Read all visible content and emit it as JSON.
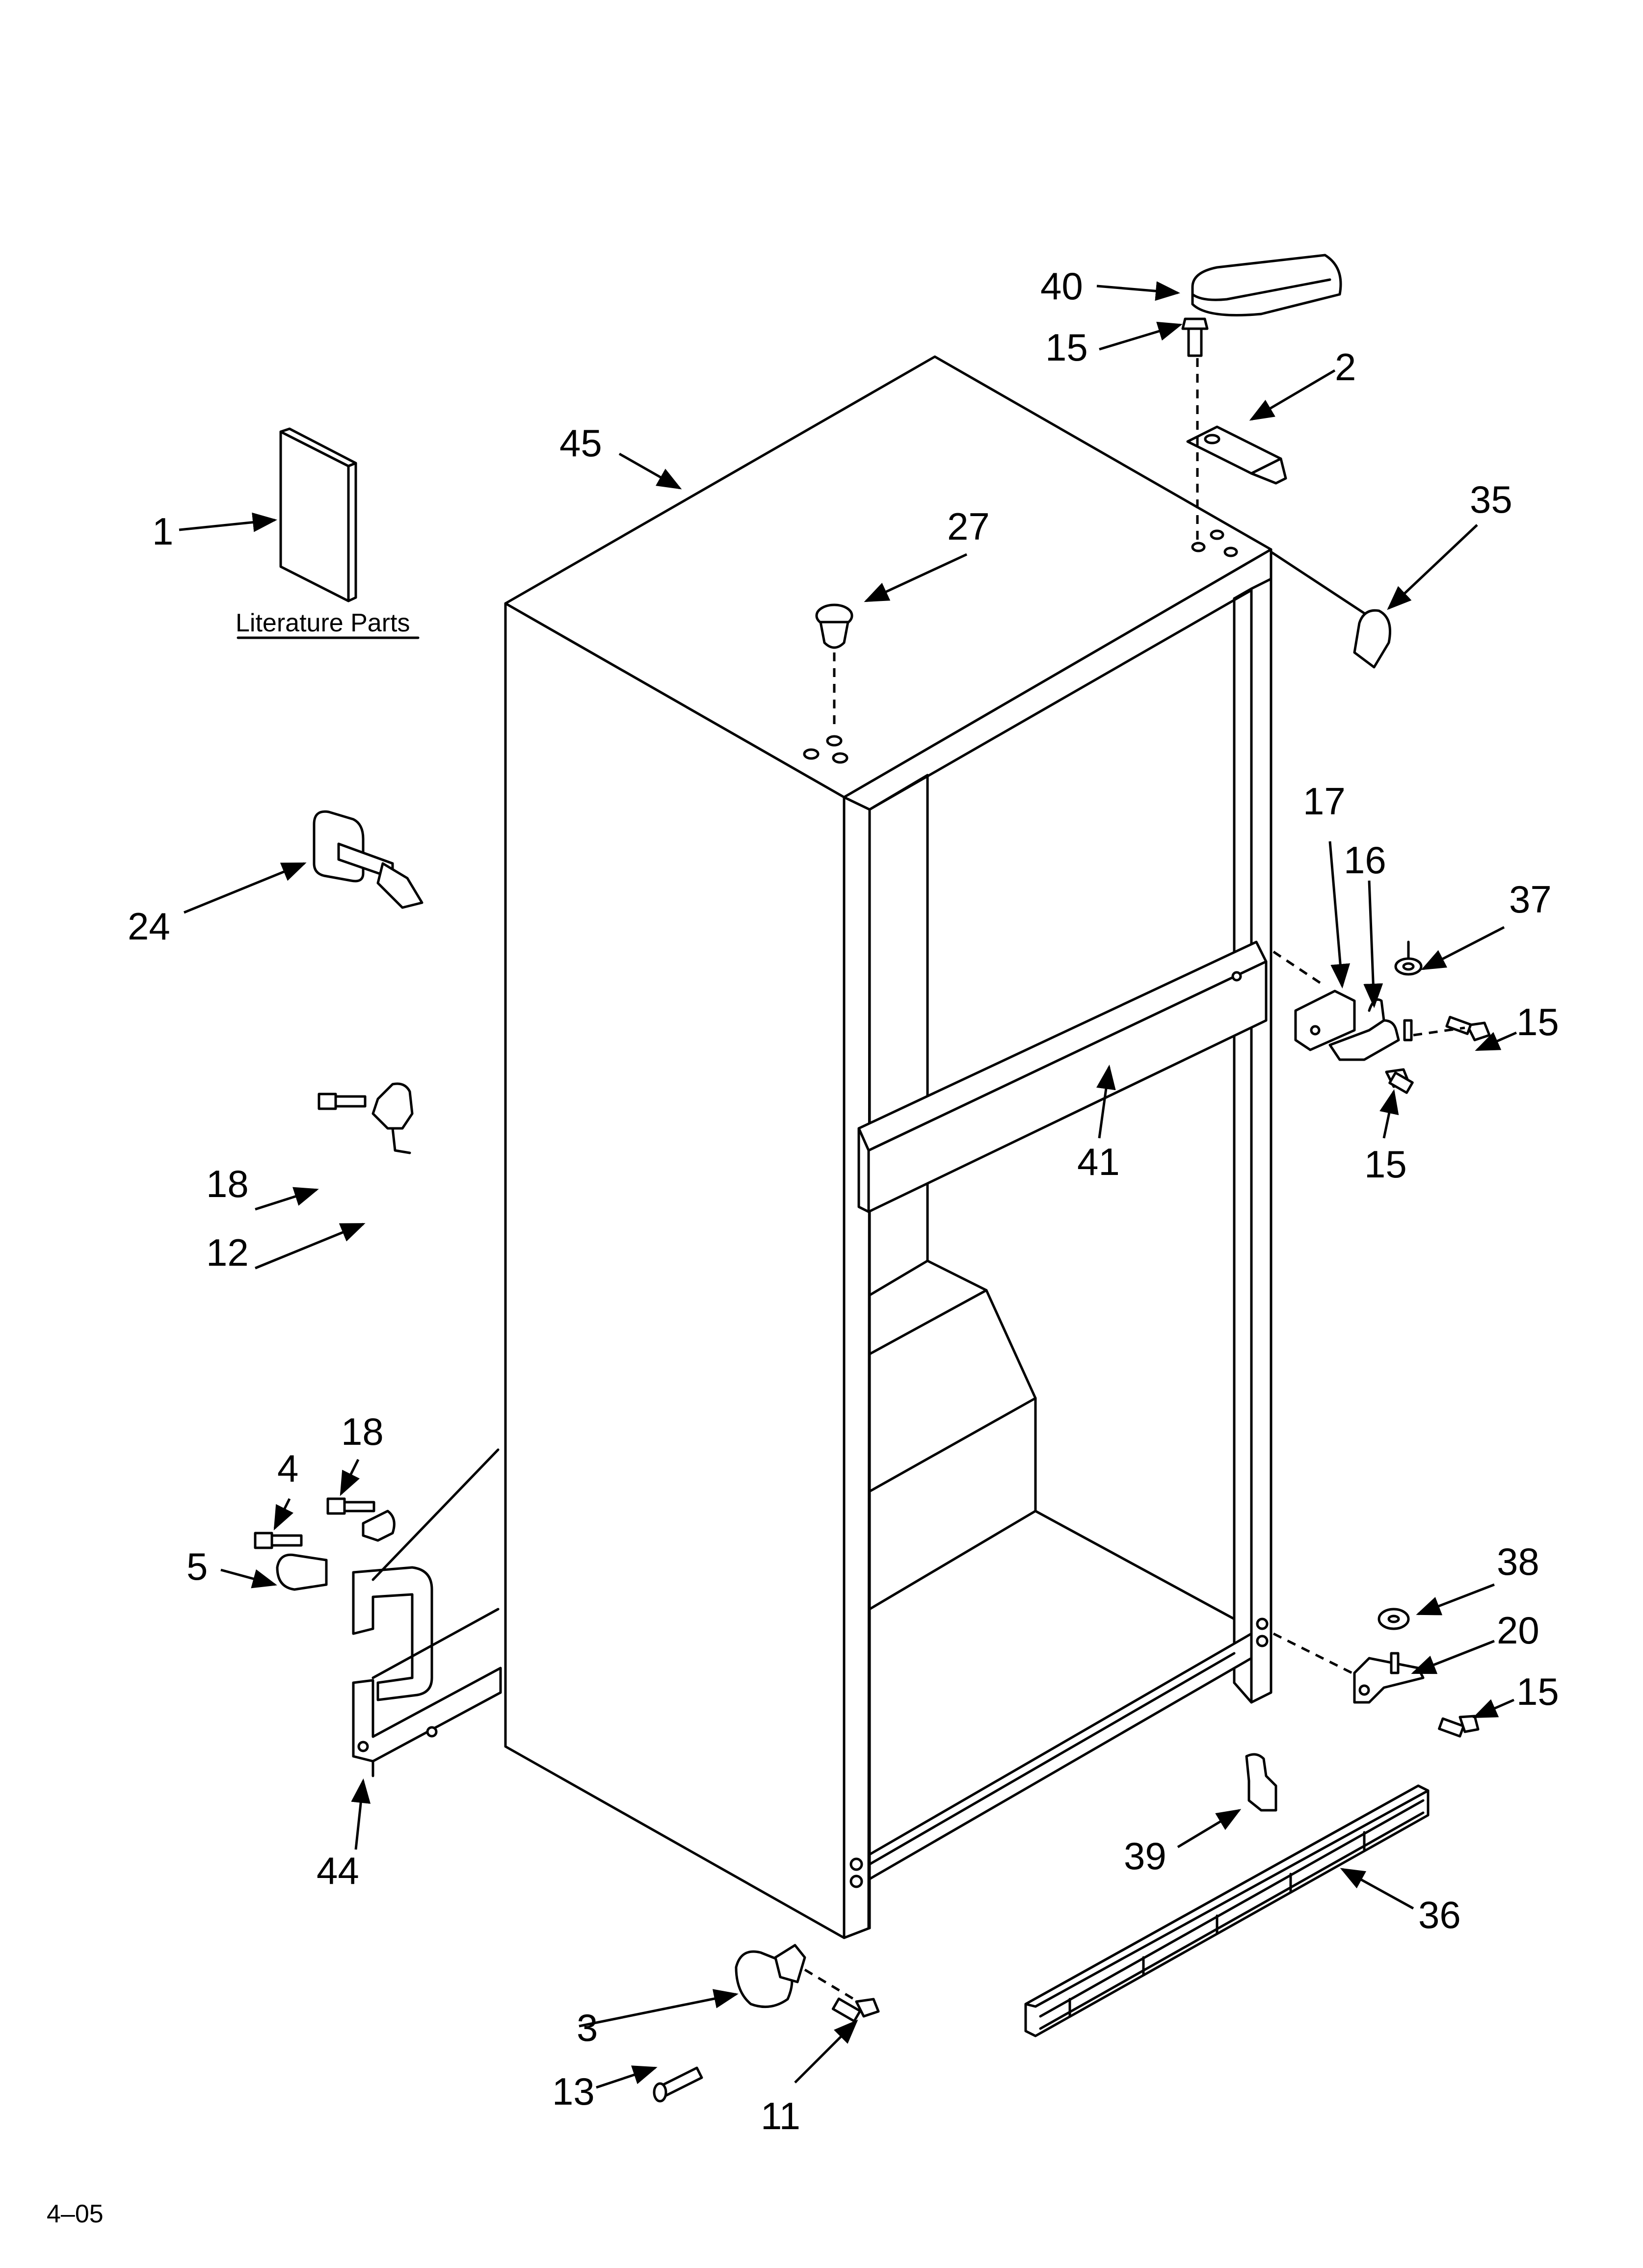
{
  "literature_caption": "Literature Parts",
  "revision_code": "4–05",
  "callouts": {
    "p1": "1",
    "p2": "2",
    "p3": "3",
    "p4": "4",
    "p5": "5",
    "p11": "11",
    "p12": "12",
    "p13": "13",
    "p15a": "15",
    "p15b": "15",
    "p15c": "15",
    "p15d": "15",
    "p16": "16",
    "p17": "17",
    "p18a": "18",
    "p18b": "18",
    "p20": "20",
    "p24": "24",
    "p27": "27",
    "p35": "35",
    "p36": "36",
    "p37": "37",
    "p38": "38",
    "p39": "39",
    "p40": "40",
    "p41": "41",
    "p44": "44",
    "p45": "45"
  }
}
